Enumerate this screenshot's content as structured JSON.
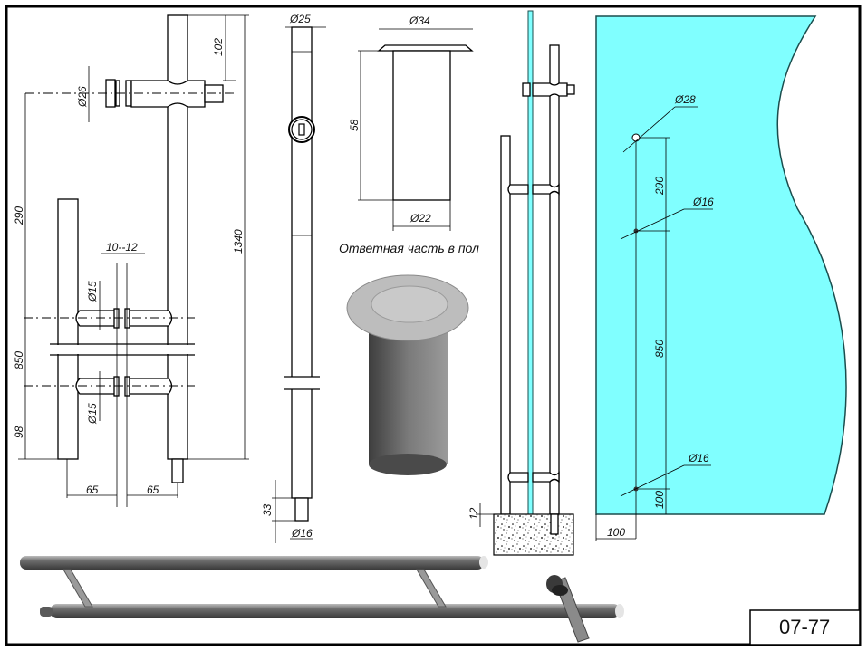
{
  "drawing": {
    "code": "07-77",
    "caption": "Ответная часть в пол"
  },
  "dims": {
    "handle_top": "102",
    "handle_height": "1340",
    "d26": "Ø26",
    "h290": "290",
    "h850": "850",
    "h98": "98",
    "gap": "10--12",
    "d15a": "Ø15",
    "d15b": "Ø15",
    "w65a": "65",
    "w65b": "65",
    "d25": "Ø25",
    "h33": "33",
    "d16_pin": "Ø16",
    "d34": "Ø34",
    "h58": "58",
    "d22": "Ø22",
    "h12": "12",
    "d28": "Ø28",
    "glass_290": "290",
    "d16_mid": "Ø16",
    "glass_850": "850",
    "d16_low": "Ø16",
    "glass_100v": "100",
    "glass_100h": "100"
  },
  "colors": {
    "glass": "#80FFFF",
    "glass_edge": "#1a4d4d",
    "steel_dark": "#4a4a4a",
    "steel_light": "#b5b5b5"
  }
}
